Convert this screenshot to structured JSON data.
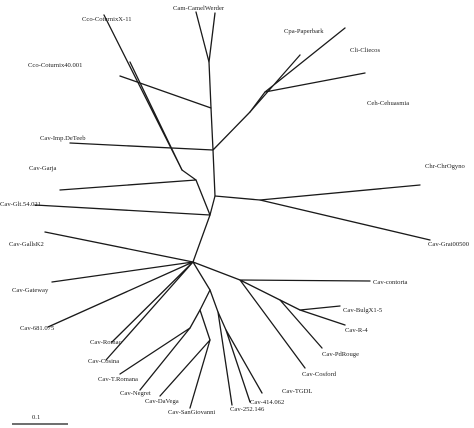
{
  "tree": {
    "scale_label": "0.1",
    "taxa": [
      "Cam-CamelWerder",
      "Cco-CoturnixX-11",
      "Cpa-Paperbark",
      "Cli-Cliecos",
      "Cco-Coturnix40.001",
      "Ceh-Cehuasmia",
      "Cav-Imp.DeTeeb",
      "Cav-Garja",
      "Cav-Glt.54.021",
      "Chr-ChrOgyno",
      "Cav-Grai00500",
      "Cav-GallsK2",
      "Cav-Gateway",
      "Cav-contorta",
      "Cav-BulgX1-5",
      "Cav-681.075",
      "Cav-Romac",
      "Cav-R-4",
      "Cav-PdRouge",
      "Cav-Cosina",
      "Cav-T.Romana",
      "Cav-Cosford",
      "Cav-Negret",
      "Cav-DaVega",
      "Cav-TGDL",
      "Cav-414.062",
      "Cav-252.146",
      "Cav-SanGiovanni"
    ]
  }
}
